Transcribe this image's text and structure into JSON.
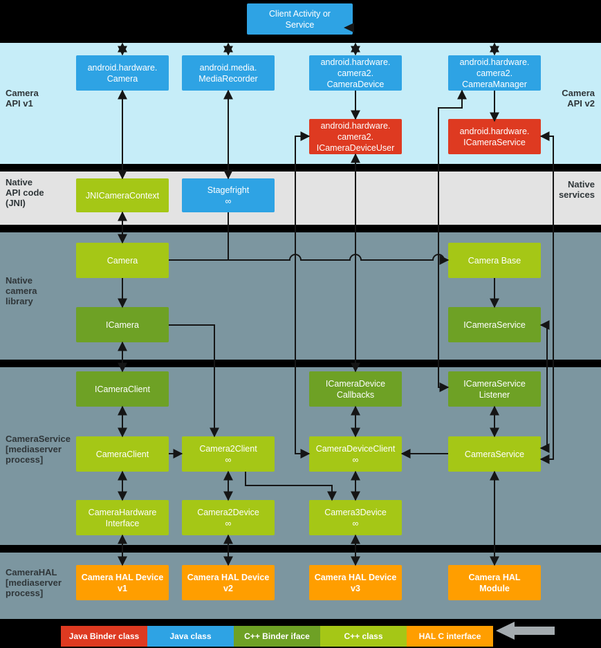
{
  "client": {
    "label": "Client Activity or\nService"
  },
  "bands": {
    "api": {
      "left_label": "Camera\nAPI v1",
      "right_label": "Camera\nAPI v2"
    },
    "jni": {
      "left_label": "Native\nAPI code\n(JNI)",
      "right_label": "Native\nservices"
    },
    "native_lib": {
      "left_label": "Native\ncamera\nlibrary"
    },
    "camera_service": {
      "left_label": "CameraService\n[mediaserver\nprocess]"
    },
    "camera_hal": {
      "left_label": "CameraHAL\n[mediaserver\nprocess]"
    }
  },
  "nodes": {
    "hw_camera": {
      "label": "android.hardware.\nCamera",
      "type": "Java class"
    },
    "media_recorder": {
      "label": "android.media.\nMediaRecorder",
      "type": "Java class"
    },
    "camera_device": {
      "label": "android.hardware.\ncamera2.\nCameraDevice",
      "type": "Java class"
    },
    "camera_manager": {
      "label": "android.hardware.\ncamera2.\nCameraManager",
      "type": "Java class"
    },
    "icamera_device_user": {
      "label": "android.hardware.\ncamera2.\nICameraDeviceUser",
      "type": "Java Binder class"
    },
    "icamera_service_java": {
      "label": "android.hardware.\nICameraService",
      "type": "Java Binder class"
    },
    "jni_camera_context": {
      "label": "JNICameraContext",
      "type": "C++ class"
    },
    "stagefright": {
      "label": "Stagefright\n∞",
      "type": "Java class"
    },
    "camera_native": {
      "label": "Camera",
      "type": "C++ class"
    },
    "camera_base": {
      "label": "Camera Base",
      "type": "C++ class"
    },
    "icamera": {
      "label": "ICamera",
      "type": "C++ Binder iface"
    },
    "icamera_service_native": {
      "label": "ICameraService",
      "type": "C++ Binder iface"
    },
    "icamera_client": {
      "label": "ICameraClient",
      "type": "C++ Binder iface"
    },
    "icamera_device_callbacks": {
      "label": "ICameraDevice\nCallbacks",
      "type": "C++ Binder iface"
    },
    "icamera_service_listener": {
      "label": "ICameraService\nListener",
      "type": "C++ Binder iface"
    },
    "camera_client": {
      "label": "CameraClient",
      "type": "C++ class"
    },
    "camera2_client": {
      "label": "Camera2Client\n∞",
      "type": "C++ class"
    },
    "camera_device_client": {
      "label": "CameraDeviceClient\n∞",
      "type": "C++ class"
    },
    "camera_service": {
      "label": "CameraService",
      "type": "C++ class"
    },
    "camera_hardware_interface": {
      "label": "CameraHardware\nInterface",
      "type": "C++ class"
    },
    "camera2_device": {
      "label": "Camera2Device\n∞",
      "type": "C++ class"
    },
    "camera3_device": {
      "label": "Camera3Device\n∞",
      "type": "C++ class"
    },
    "hal_device_v1": {
      "label": "Camera HAL Device\nv1",
      "type": "HAL C interface"
    },
    "hal_device_v2": {
      "label": "Camera HAL Device\nv2",
      "type": "HAL C interface"
    },
    "hal_device_v3": {
      "label": "Camera HAL Device\nv3",
      "type": "HAL C interface"
    },
    "hal_module": {
      "label": "Camera HAL\nModule",
      "type": "HAL C interface"
    }
  },
  "legend": {
    "items": [
      {
        "label": "Java Binder class",
        "color": "#DE3A21"
      },
      {
        "label": "Java class",
        "color": "#2EA3E4"
      },
      {
        "label": "C++ Binder iface",
        "color": "#6EA125"
      },
      {
        "label": "C++ class",
        "color": "#A5C716"
      },
      {
        "label": "HAL C interface",
        "color": "#FF9E00"
      }
    ]
  },
  "colors": {
    "band_api": "#C6EDF8",
    "band_jni": "#E3E3E3",
    "band_native": "#7C96A0",
    "separator": "#000000",
    "arrow": "#151515"
  }
}
